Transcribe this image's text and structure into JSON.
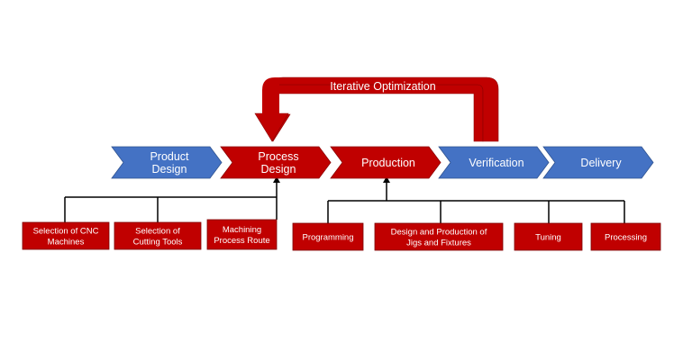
{
  "colors": {
    "blue": "#4472c4",
    "red": "#c00000",
    "connector": "#000000"
  },
  "feedback_loop": {
    "label": "Iterative Optimization"
  },
  "stages": [
    {
      "lines": [
        "Product",
        "Design"
      ],
      "color": "blue"
    },
    {
      "lines": [
        "Process",
        "Design"
      ],
      "color": "red"
    },
    {
      "lines": [
        "Production"
      ],
      "color": "red"
    },
    {
      "lines": [
        "Verification"
      ],
      "color": "blue"
    },
    {
      "lines": [
        "Delivery"
      ],
      "color": "blue"
    }
  ],
  "process_design_tasks": [
    {
      "lines": [
        "Selection of CNC",
        "Machines"
      ]
    },
    {
      "lines": [
        "Selection of",
        "Cutting Tools"
      ]
    },
    {
      "lines": [
        "Machining",
        "Process Route"
      ]
    }
  ],
  "production_tasks": [
    {
      "lines": [
        "Programming"
      ]
    },
    {
      "lines": [
        "Design and Production of",
        "Jigs and Fixtures"
      ]
    },
    {
      "lines": [
        "Tuning"
      ]
    },
    {
      "lines": [
        "Processing"
      ]
    }
  ]
}
